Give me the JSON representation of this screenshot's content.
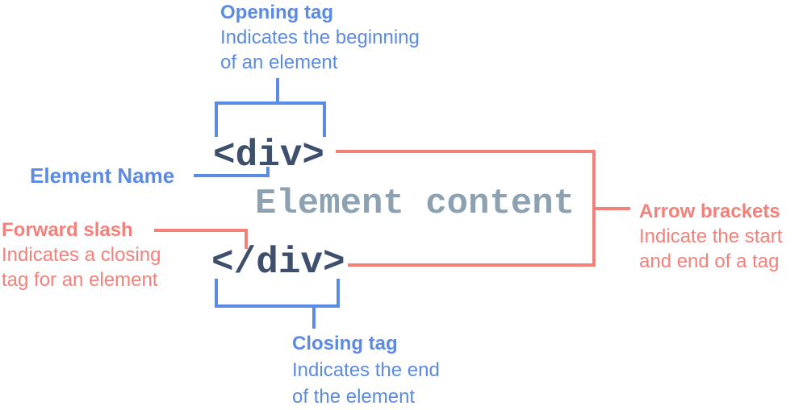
{
  "colors": {
    "blue": "#5B8BE4",
    "salmon": "#F4807A",
    "navy": "#3D4F6D",
    "gray": "#8CA2B2",
    "bg": "#FFFFFF"
  },
  "opening_tag": {
    "title": "Opening tag",
    "desc1": "Indicates the beginning",
    "desc2": "of an element"
  },
  "element_name": {
    "label": "Element Name"
  },
  "code": {
    "open_tag": "<div>",
    "content": "Element content",
    "close_tag": "</div>"
  },
  "forward_slash": {
    "title": "Forward slash",
    "desc1": "Indicates a closing",
    "desc2": "tag for an element"
  },
  "arrow_brackets": {
    "title": "Arrow brackets",
    "desc1": "Indicate the start",
    "desc2": "and end of a tag"
  },
  "closing_tag": {
    "title": "Closing tag",
    "desc1": "Indicates the end",
    "desc2": "of the element"
  }
}
